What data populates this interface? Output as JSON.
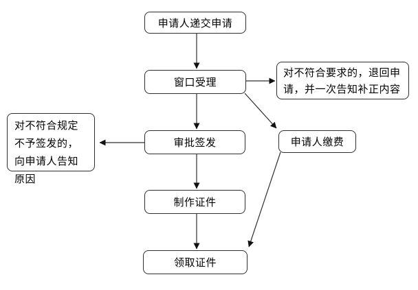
{
  "nodes": {
    "submit": {
      "label": "申请人递交申请"
    },
    "window": {
      "label": "窗口受理"
    },
    "reject": {
      "label": "对不符合要求的，退回申请，并一次告知补正内容"
    },
    "approve": {
      "label": "审批签发"
    },
    "notify": {
      "label": "对不符合规定不予签发的，向申请人告知原因"
    },
    "fee": {
      "label": "申请人缴费"
    },
    "make": {
      "label": "制作证件"
    },
    "receive": {
      "label": "领取证件"
    }
  },
  "edges": [
    {
      "from": "submit",
      "to": "window"
    },
    {
      "from": "window",
      "to": "reject"
    },
    {
      "from": "window",
      "to": "approve"
    },
    {
      "from": "window",
      "to": "fee"
    },
    {
      "from": "approve",
      "to": "notify"
    },
    {
      "from": "approve",
      "to": "make"
    },
    {
      "from": "make",
      "to": "receive"
    },
    {
      "from": "fee",
      "to": "receive"
    }
  ],
  "colors": {
    "background": "#ffffff",
    "box_fill": "#ffffff",
    "box_border": "#2e2e2e",
    "text": "#000000",
    "arrow_line": "#2e2e2e",
    "arrow_head": "#111111"
  }
}
